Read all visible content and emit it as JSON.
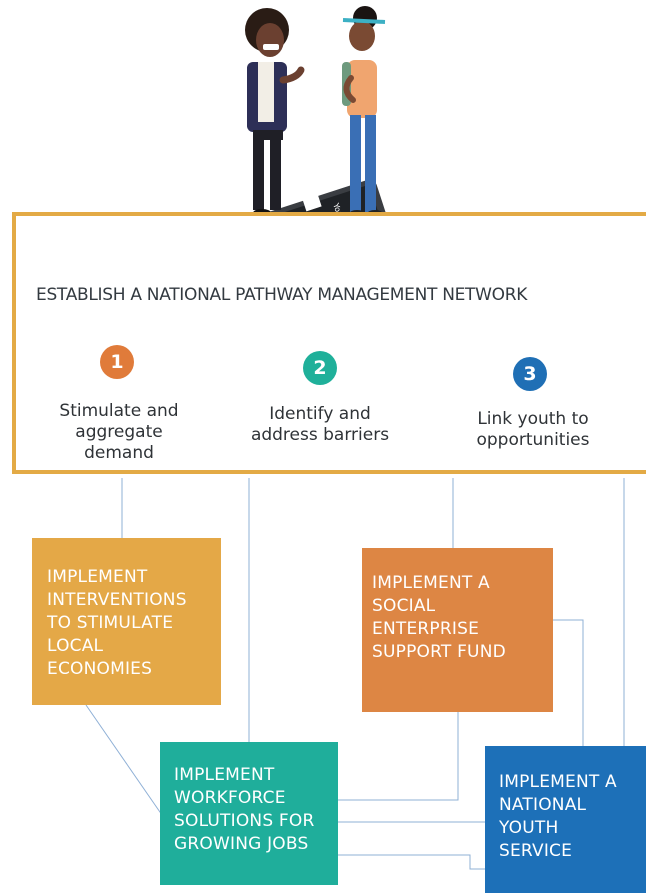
{
  "headline": "ESTABLISH A NATIONAL PATHWAY MANAGEMENT NETWORK",
  "steps": [
    {
      "num": "1",
      "label": "Stimulate and aggregate demand",
      "color": "#e07b3a"
    },
    {
      "num": "2",
      "label": "Identify and address barriers",
      "color": "#1fb09a"
    },
    {
      "num": "3",
      "label": "Link youth to opportunities",
      "color": "#1f6fb5"
    }
  ],
  "boxes": [
    {
      "text": "IMPLEMENT INTERVENTIONS TO STIMULATE LOCAL ECONOMIES",
      "color": "#e4a847"
    },
    {
      "text": "IMPLEMENT A SOCIAL ENTERPRISE SUPPORT FUND",
      "color": "#dd8644"
    },
    {
      "text": "IMPLEMENT WORKFORCE SOLUTIONS FOR GROWING JOBS",
      "color": "#1fae9b"
    },
    {
      "text": "IMPLEMENT A NATIONAL YOUTH SERVICE",
      "color": "#1d70b8"
    }
  ],
  "colors": {
    "frame": "#e3aa45",
    "connector": "#7f9fc9"
  },
  "tablet_logo": "Youth"
}
